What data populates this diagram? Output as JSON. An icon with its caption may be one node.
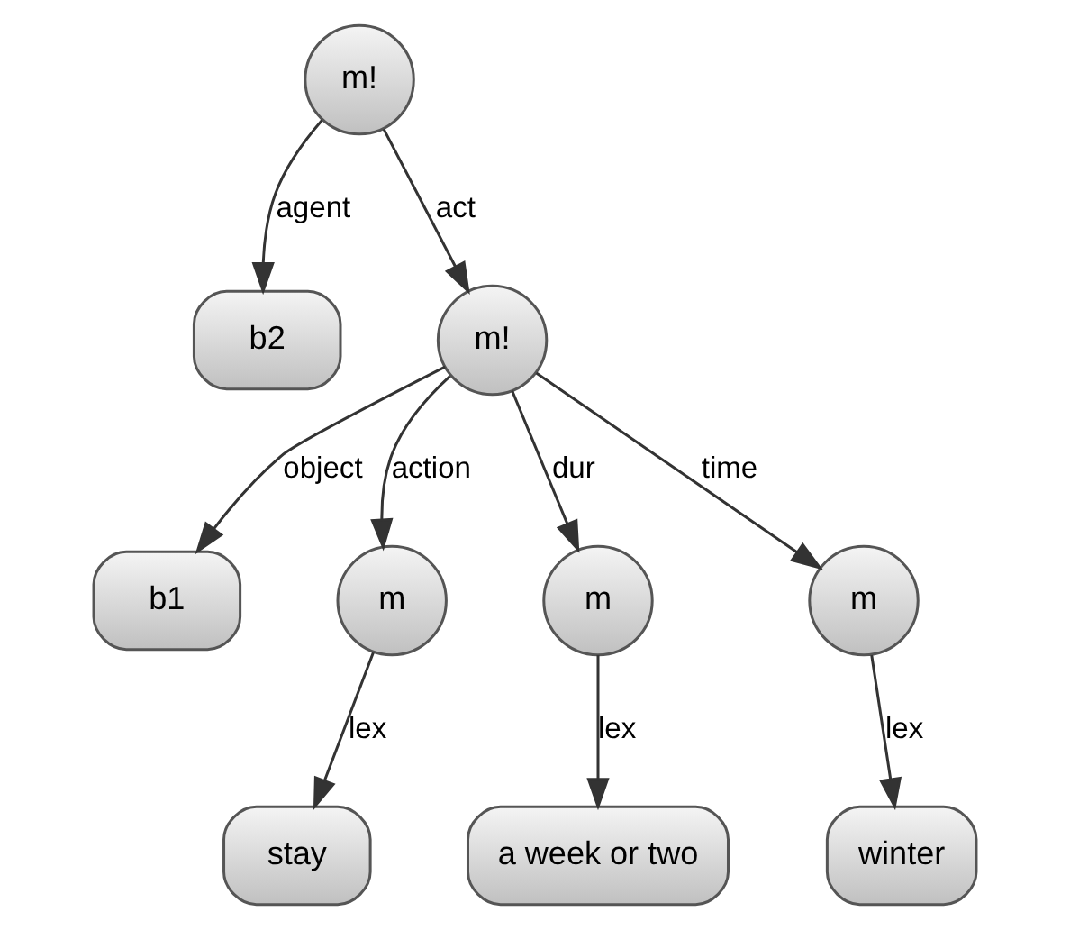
{
  "diagram": {
    "nodes": [
      {
        "text": [
          "m!"
        ]
      },
      {
        "text": [
          "b2"
        ]
      },
      {
        "text": [
          "m!"
        ]
      },
      {
        "text": [
          "b1"
        ]
      },
      {
        "text": [
          "m"
        ]
      },
      {
        "text": [
          "m"
        ]
      },
      {
        "text": [
          "m"
        ]
      },
      {
        "text": [
          "stay"
        ]
      },
      {
        "text": [
          "a week or two"
        ]
      },
      {
        "text": [
          "winter"
        ]
      }
    ],
    "edges": [
      {
        "from": 0,
        "to": 1,
        "arrow": "to",
        "label": "agent"
      },
      {
        "from": 0,
        "to": 2,
        "arrow": "to",
        "label": "act"
      },
      {
        "from": 2,
        "to": 3,
        "arrow": "to",
        "label": "object"
      },
      {
        "from": 2,
        "to": 4,
        "arrow": "to",
        "label": "action"
      },
      {
        "from": 2,
        "to": 5,
        "arrow": "to",
        "label": "dur"
      },
      {
        "from": 2,
        "to": 6,
        "arrow": "to",
        "label": "time"
      },
      {
        "from": 4,
        "to": 7,
        "arrow": "to",
        "label": "lex"
      },
      {
        "from": 5,
        "to": 8,
        "arrow": "to",
        "label": "lex"
      },
      {
        "from": 6,
        "to": 9,
        "arrow": "to",
        "label": "lex"
      }
    ]
  }
}
